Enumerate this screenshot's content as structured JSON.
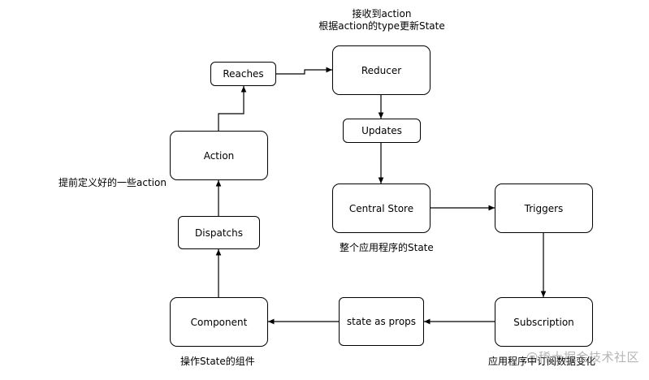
{
  "nodes": {
    "reaches": "Reaches",
    "reducer": "Reducer",
    "updates": "Updates",
    "action": "Action",
    "dispatchs": "Dispatchs",
    "component": "Component",
    "central_store": "Central Store",
    "triggers": "Triggers",
    "subscription": "Subscription",
    "state_as_props": "state as props"
  },
  "notes": {
    "reducer_line1": "接收到action",
    "reducer_line2": "根据action的type更新State",
    "action_note": "提前定义好的一些action",
    "central_store_note": "整个应用程序的State",
    "component_note": "操作State的组件",
    "subscription_note": "应用程序中订阅数据变化"
  },
  "watermark": "@稀土掘金技术社区"
}
